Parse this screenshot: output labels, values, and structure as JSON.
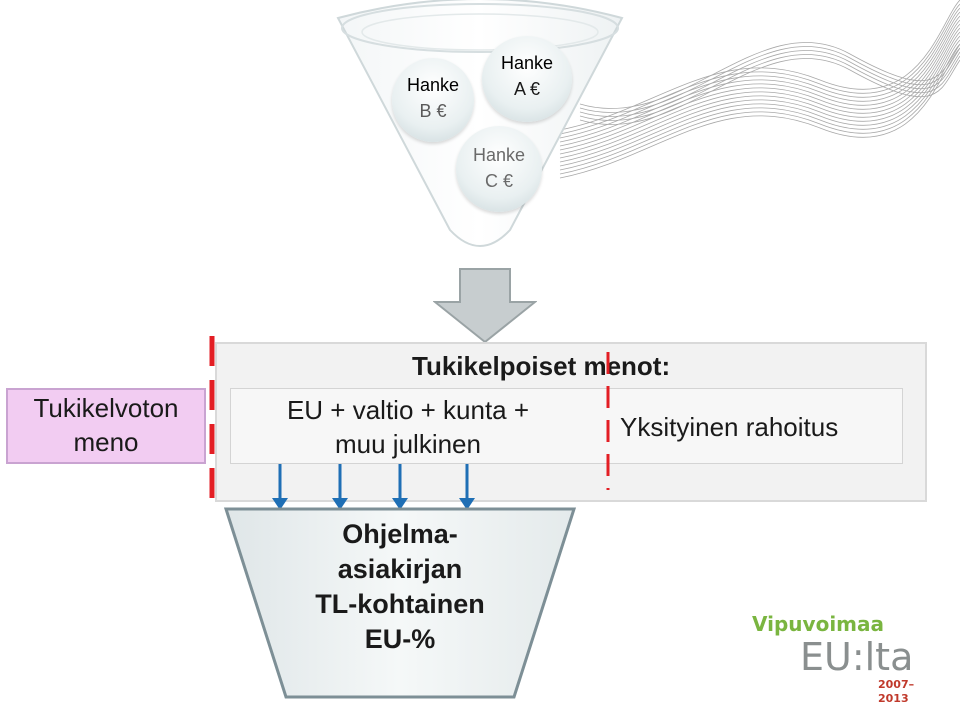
{
  "bubbles": [
    {
      "line1": "Hanke",
      "line2": "B €"
    },
    {
      "line1": "Hanke",
      "line2": "A €"
    },
    {
      "line1": "Hanke",
      "line2": "C €"
    }
  ],
  "eligible": {
    "title": "Tukikelpoiset menot:",
    "public_line1": "EU + valtio + kunta +",
    "public_line2": "muu julkinen",
    "private": "Yksityinen rahoitus"
  },
  "ineligible": {
    "line1": "Tukikelvoton",
    "line2": "meno"
  },
  "funnel": {
    "line1": "Ohjelma-",
    "line2": "asiakirjan",
    "line3": "TL-kohtainen",
    "line4": "EU-%"
  },
  "logo": {
    "line1": "Vipuvoimaa",
    "line2": "EU:lta",
    "line3": "2007–2013"
  },
  "colors": {
    "accent_red": "#e31e24",
    "arrow_blue": "#1f6fb5",
    "logo_green": "#7ab540",
    "logo_grey": "#8a8f8f"
  }
}
